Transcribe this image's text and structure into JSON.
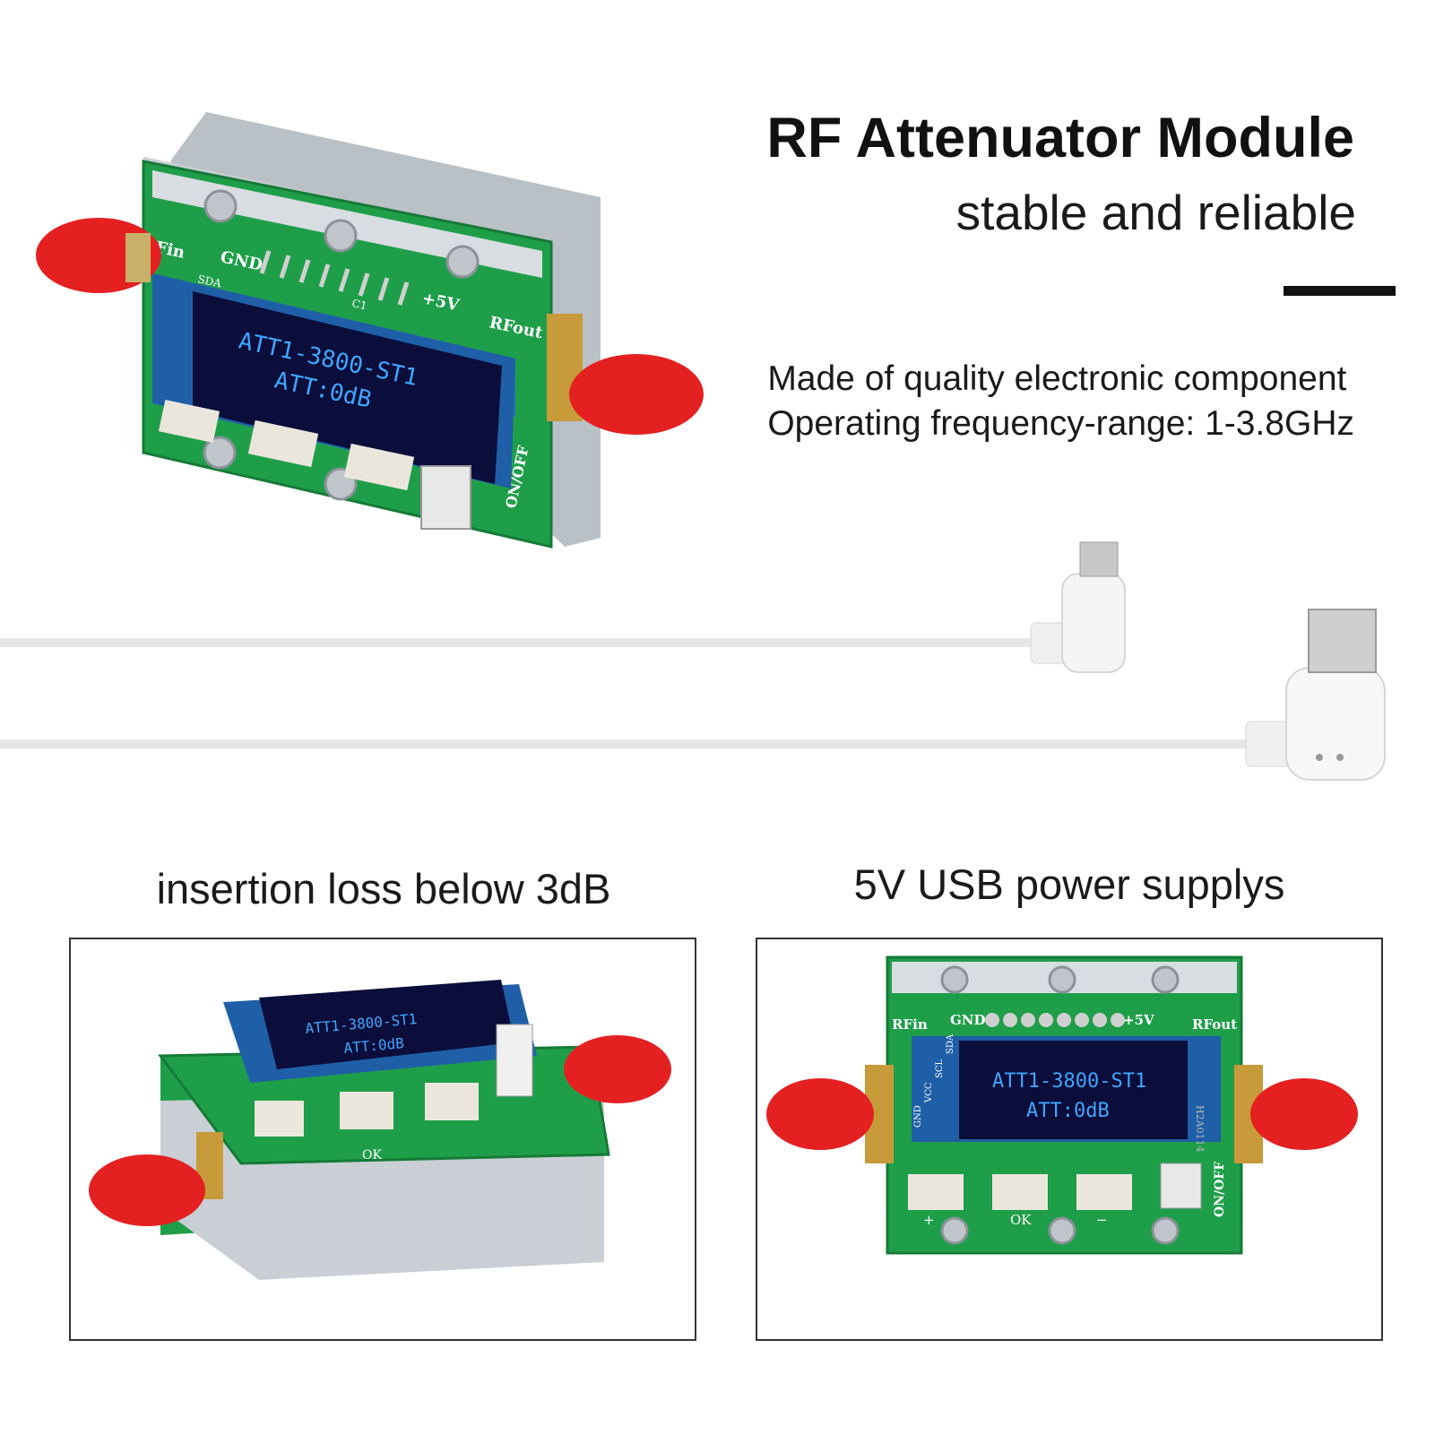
{
  "header": {
    "title": "RF Attenuator Module",
    "subtitle": "stable and reliable"
  },
  "features": [
    "Made of quality electronic component",
    "Operating frequency-range: 1-3.8GHz"
  ],
  "panels": {
    "left_caption": "insertion loss below 3dB",
    "right_caption": "5V USB power supplys"
  },
  "device": {
    "display_line1": "ATT1-3800-ST1",
    "display_line2": "ATT:0dB",
    "label_rfin": "RFin",
    "label_rfout": "RFout",
    "label_gnd": "GND",
    "label_5v": "+5V",
    "label_onoff": "ON/OFF",
    "label_ok": "OK",
    "label_plus": "+",
    "label_minus": "−",
    "label_sda": "SDA",
    "label_c1": "C1",
    "pins": [
      "GND",
      "VCC",
      "SCL",
      "SDA"
    ],
    "chip_marking": "H2A0114"
  },
  "colors": {
    "pcb": "#1f9e4a",
    "connector": "#e52020",
    "display_bg": "#0b0d3a",
    "display_text": "#3ea7ff",
    "housing": "#c9cfd4"
  }
}
